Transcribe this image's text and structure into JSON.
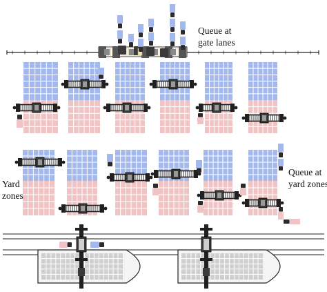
{
  "labels": {
    "gate_queue": [
      "Queue at",
      "gate lanes"
    ],
    "yard_zones": [
      "Yard",
      "zones"
    ],
    "yard_queue": [
      "Queue at",
      "yard zones"
    ]
  },
  "colors": {
    "export_container": "#a3b8ec",
    "import_container": "#f0c4c4",
    "container_grid": "#ffffff",
    "truck_cab": "#2b2b2b",
    "crane": "#202020",
    "gate_booth": "#555555",
    "road": "#222222",
    "vessel_hull": "#f5f5f5",
    "vessel_cargo": "#cfcfcf"
  },
  "icons": [
    "yard-crane-icon",
    "truck-icon",
    "quay-crane-icon",
    "vessel-icon",
    "gate-booth-icon"
  ]
}
